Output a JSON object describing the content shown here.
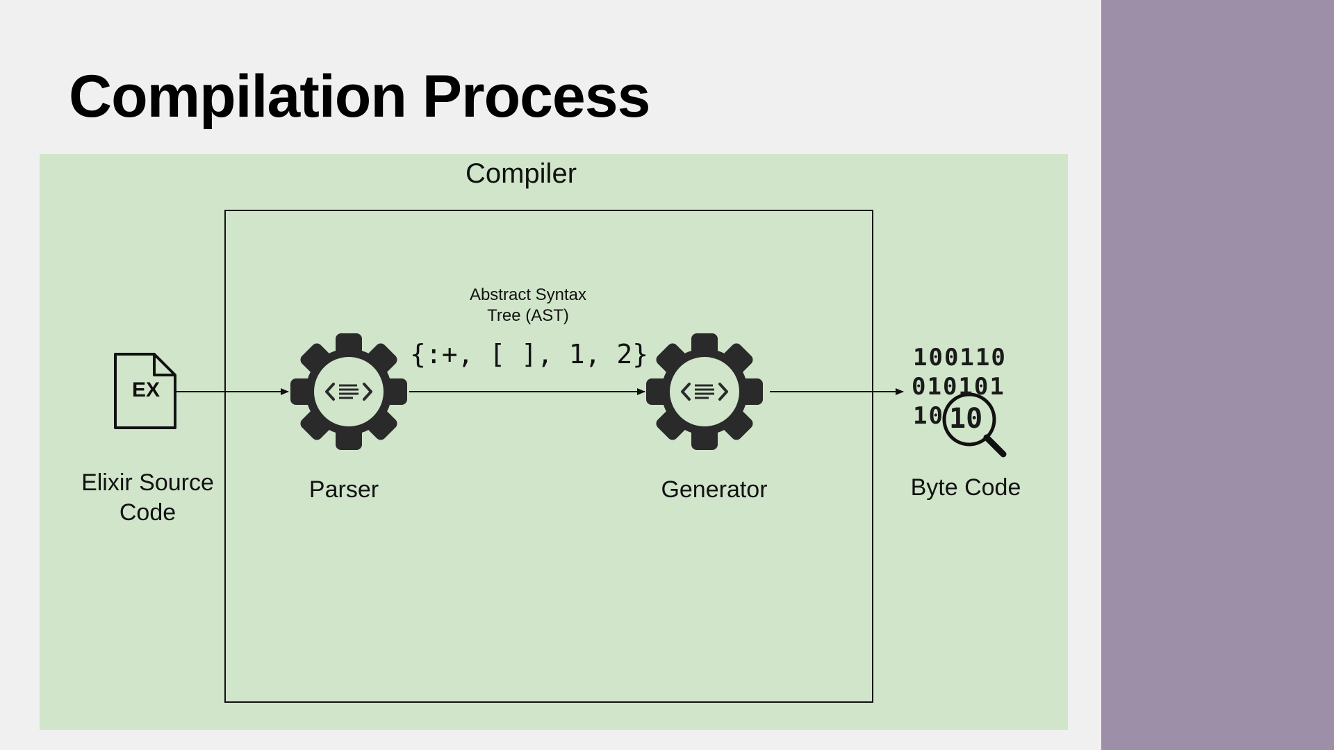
{
  "slide": {
    "title": "Compilation Process"
  },
  "diagram": {
    "compiler_label": "Compiler",
    "source": {
      "icon_text": "EX",
      "label_line1": "Elixir Source",
      "label_line2": "Code",
      "icon": "file-icon"
    },
    "parser": {
      "label": "Parser",
      "icon": "gear-code-icon"
    },
    "ast": {
      "label_line1": "Abstract Syntax",
      "label_line2": "Tree (AST)",
      "code": "{:+, [ ], 1, 2}"
    },
    "generator": {
      "label": "Generator",
      "icon": "gear-code-icon"
    },
    "bytecode": {
      "label": "Byte Code",
      "icon": "binary-magnifier-icon",
      "binary_row1": "100110",
      "binary_row2": "010101",
      "binary_row3": "10",
      "lens_text": "10"
    }
  },
  "colors": {
    "background": "#f0f0f0",
    "panel": "#d0e5ca",
    "sidebar": "#9d8fa8",
    "ink": "#111111"
  }
}
